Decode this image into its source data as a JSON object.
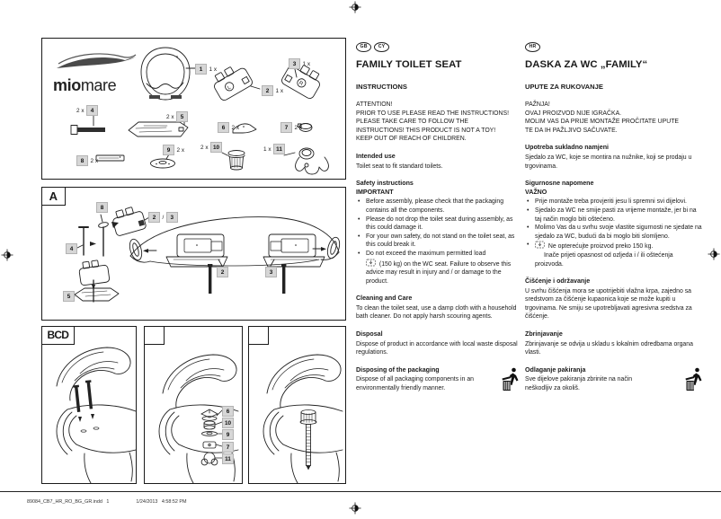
{
  "colors": {
    "label_bg": "#d6d6d6",
    "ink": "#1a1a1a"
  },
  "brand": {
    "bold": "mio",
    "light": "mare"
  },
  "parts_box": {
    "hinge_left_letter": "L",
    "hinge_right_letter": "R",
    "labels": {
      "seat": {
        "num": "1",
        "qty": "1 x"
      },
      "hinge_left": {
        "num": "2",
        "qty": "1 x"
      },
      "hinge_right": {
        "num": "3",
        "qty": "1 x"
      },
      "bolt": {
        "num": "4",
        "qty": "2 x"
      },
      "bracket": {
        "num": "5",
        "qty": "2 x"
      },
      "wedge": {
        "num": "6",
        "qty": "2 x"
      },
      "clamp": {
        "num": "7",
        "qty": "2 x"
      },
      "strip": {
        "num": "8",
        "qty": "2 x"
      },
      "washer": {
        "num": "9",
        "qty": "2 x"
      },
      "plug": {
        "num": "10",
        "qty": "2 x"
      },
      "wingnut": {
        "num": "11",
        "qty": "1 x"
      }
    }
  },
  "section_a": {
    "label": "A",
    "callouts": {
      "cap": "8",
      "hinge_a": "2",
      "slash": "/",
      "hinge_b": "3",
      "bolt": "4",
      "bracket": "5",
      "left_hinge": "2",
      "right_hinge": "3"
    }
  },
  "panels": {
    "first_label": "BCD",
    "callouts": [
      "6",
      "10",
      "9",
      "7",
      "11"
    ]
  },
  "english": {
    "badges": [
      "GB",
      "CY"
    ],
    "title": "FAMILY TOILET SEAT",
    "subtitle": "INSTRUCTIONS",
    "attention": "ATTENTION!\nPRIOR TO USE PLEASE READ THE INSTRUCTIONS!\nPLEASE TAKE CARE TO FOLLOW THE\nINSTRUCTIONS! THIS PRODUCT IS NOT A TOY!\nKEEP OUT OF REACH OF CHILDREN.",
    "intended": {
      "heading": "Intended use",
      "body": "Toilet seat to fit standard toilets."
    },
    "safety": {
      "heading": "Safety instructions\nIMPORTANT",
      "bullets": [
        "Before assembly, please check that the packaging contains all the components.",
        "Please do not drop the toilet seat during assembly, as this could damage it.",
        "For your own safety, do not stand on the toilet seat, as this could break it."
      ],
      "load_bullet": {
        "before": "Do not exceed the maximum permitted load",
        "after": "(150 kg) on the WC seat. Failure to observe this advice may result in injury and / or damage to the product."
      }
    },
    "cleaning": {
      "heading": "Cleaning and Care",
      "body": "To clean the toilet seat, use a damp cloth with a household bath cleaner. Do not apply harsh scouring agents."
    },
    "disposal": {
      "heading": "Disposal",
      "body": "Dispose of product in accordance with local waste disposal regulations."
    },
    "packaging": {
      "heading": "Disposing of the packaging",
      "body": "Dispose of all packaging components in an environmentally friendly manner."
    }
  },
  "croatian": {
    "badges": [
      "HR"
    ],
    "title": "DASKA ZA WC „FAMILY“",
    "subtitle": "UPUTE ZA RUKOVANJE",
    "attention": "PAŽNJA!\nOVAJ PROIZVOD NIJE IGRAČKA.\nMOLIM VAS DA PRIJE MONTAŽE PROČITATE UPUTE\nTE DA IH PAŽLJIVO SAČUVATE.",
    "intended": {
      "heading": "Upotreba sukladno namjeni",
      "body": "Sjedalo za WC, koje se montira na nužnike, koji se prodaju u trgovinama."
    },
    "safety": {
      "heading": "Sigurnosne napomene\nVAŽNO",
      "bullets": [
        "Prije montaže treba provjeriti jesu li spremni svi dijelovi.",
        "Sjedalo za WC ne smije pasti za vrijeme montaže, jer bi na taj način moglo biti oštećeno.",
        "Molimo Vas da u svrhu svoje vlastite sigurnosti ne sjedate na sjedalo za WC, budući da bi moglo biti slomljeno."
      ],
      "load_bullet": {
        "before": "Ne opterećujte proizvod preko 150 kg.",
        "after": "Inače prijeti opasnost od ozljeda i / ili oštećenja proizvoda."
      }
    },
    "cleaning": {
      "heading": "Čišćenje i održavanje",
      "body": "U svrhu čišćenja mora se upotrijebiti vlažna krpa, zajedno sa sredstvom za čišćenje kupaonica koje se može kupiti u trgovinama. Ne smiju se upotrebljavati agresivna sredstva za čišćenje."
    },
    "disposal": {
      "heading": "Zbrinjavanje",
      "body": "Zbrinjavanje se odvija u skladu s lokalnim odredbama organa vlasti."
    },
    "packaging": {
      "heading": "Odlaganje pakiranja",
      "body": "Sve dijelove pakiranja zbrinite na način\nneškodljiv za okoliš."
    }
  },
  "footer": {
    "filename": "89084_CB7_HR_RO_BG_GR.indd   1",
    "datetime": "1/24/2013   4:58:52 PM"
  }
}
